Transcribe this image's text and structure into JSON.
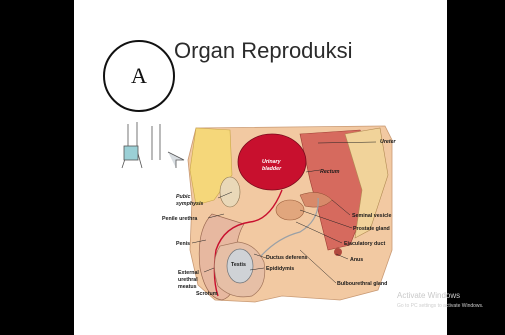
{
  "slide": {
    "badge_letter": "A",
    "title": "Organ Reproduksi"
  },
  "diagram": {
    "labels": {
      "urinary_bladder_1": "Urinary",
      "urinary_bladder_2": "bladder",
      "rectum": "Rectum",
      "ureter": "Ureter",
      "pubic_symphysis_1": "Pubic",
      "pubic_symphysis_2": "symphysis",
      "penile_urethra": "Penile urethra",
      "penis": "Penis",
      "seminal_vesicle": "Seminal vesicle",
      "prostate_gland": "Prostate gland",
      "ejaculatory_duct": "Ejaculatory duct",
      "ductus_deferens": "Ductus deferens",
      "testis": "Testis",
      "epididymis": "Epididymis",
      "anus": "Anus",
      "bulbourethral_gland": "Bulbourethral gland",
      "external_meatus_1": "External",
      "external_meatus_2": "urethral",
      "external_meatus_3": "meatus",
      "scrotum": "Scrotum"
    }
  },
  "watermark": {
    "line1": "Activate Windows",
    "line2": "Go to PC settings to activate Windows."
  },
  "colors": {
    "bars": "#000000",
    "tissue": "#f0c8a0",
    "bladder": "#c8102e",
    "muscle": "#d2655a"
  }
}
